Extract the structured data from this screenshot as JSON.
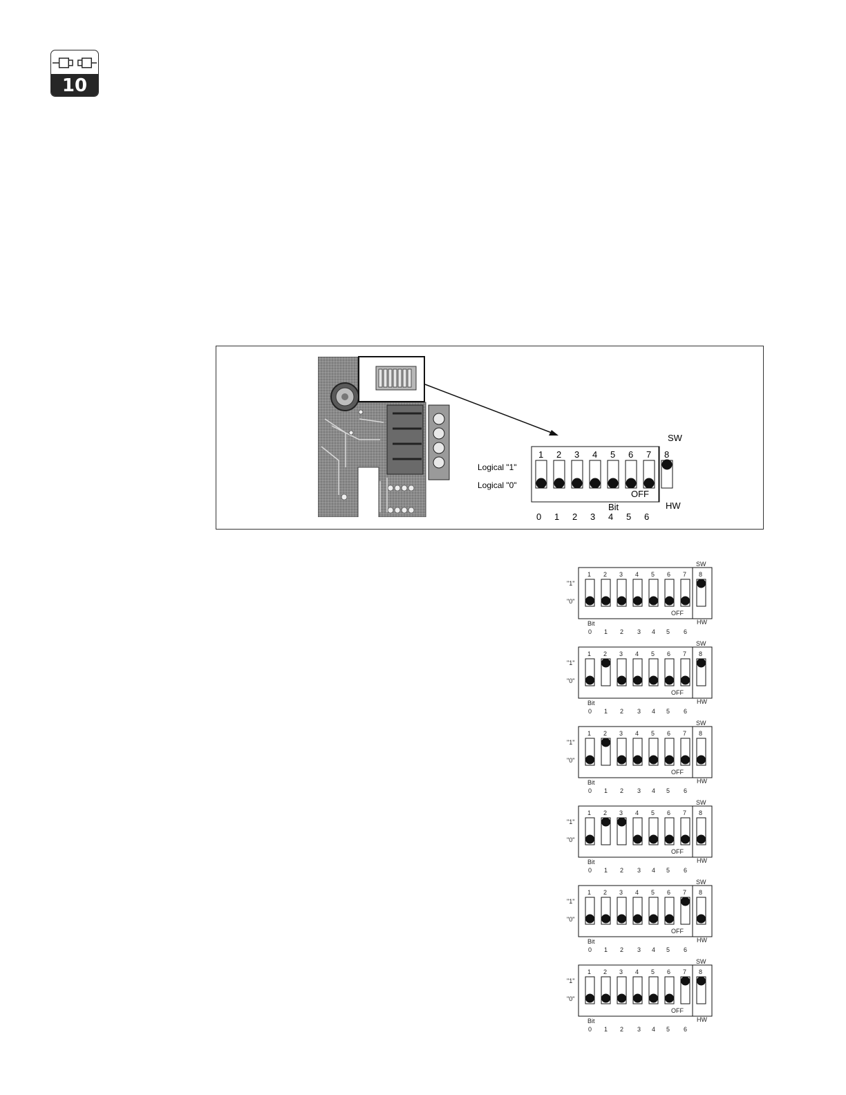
{
  "chapter_badge": {
    "number": "10"
  },
  "main_figure": {
    "sw_label": "SW",
    "hw_label": "HW",
    "off_label": "OFF",
    "bit_label": "Bit",
    "logical_one_label": "Logical \"1\"",
    "logical_zero_label": "Logical \"0\"",
    "switch_numbers": [
      "1",
      "2",
      "3",
      "4",
      "5",
      "6",
      "7",
      "8"
    ],
    "bit_numbers": [
      "0",
      "1",
      "2",
      "3",
      "4",
      "5",
      "6"
    ],
    "switch_states": [
      0,
      0,
      0,
      0,
      0,
      0,
      0,
      1
    ]
  },
  "small_figures_common": {
    "sw_label": "SW",
    "hw_label": "HW",
    "off_label": "OFF",
    "bit_label": "Bit",
    "one_label": "\"1\"",
    "zero_label": "\"0\"",
    "switch_numbers": [
      "1",
      "2",
      "3",
      "4",
      "5",
      "6",
      "7",
      "8"
    ],
    "bit_numbers": [
      "0",
      "1",
      "2",
      "3",
      "4",
      "5",
      "6"
    ]
  },
  "small_figures": [
    {
      "switch_states": [
        0,
        0,
        0,
        0,
        0,
        0,
        0,
        1
      ]
    },
    {
      "switch_states": [
        0,
        1,
        0,
        0,
        0,
        0,
        0,
        1
      ]
    },
    {
      "switch_states": [
        0,
        1,
        0,
        0,
        0,
        0,
        0,
        0
      ]
    },
    {
      "switch_states": [
        0,
        1,
        1,
        0,
        0,
        0,
        0,
        0
      ]
    },
    {
      "switch_states": [
        0,
        0,
        0,
        0,
        0,
        0,
        1,
        0
      ]
    },
    {
      "switch_states": [
        0,
        0,
        0,
        0,
        0,
        0,
        1,
        1
      ]
    }
  ]
}
